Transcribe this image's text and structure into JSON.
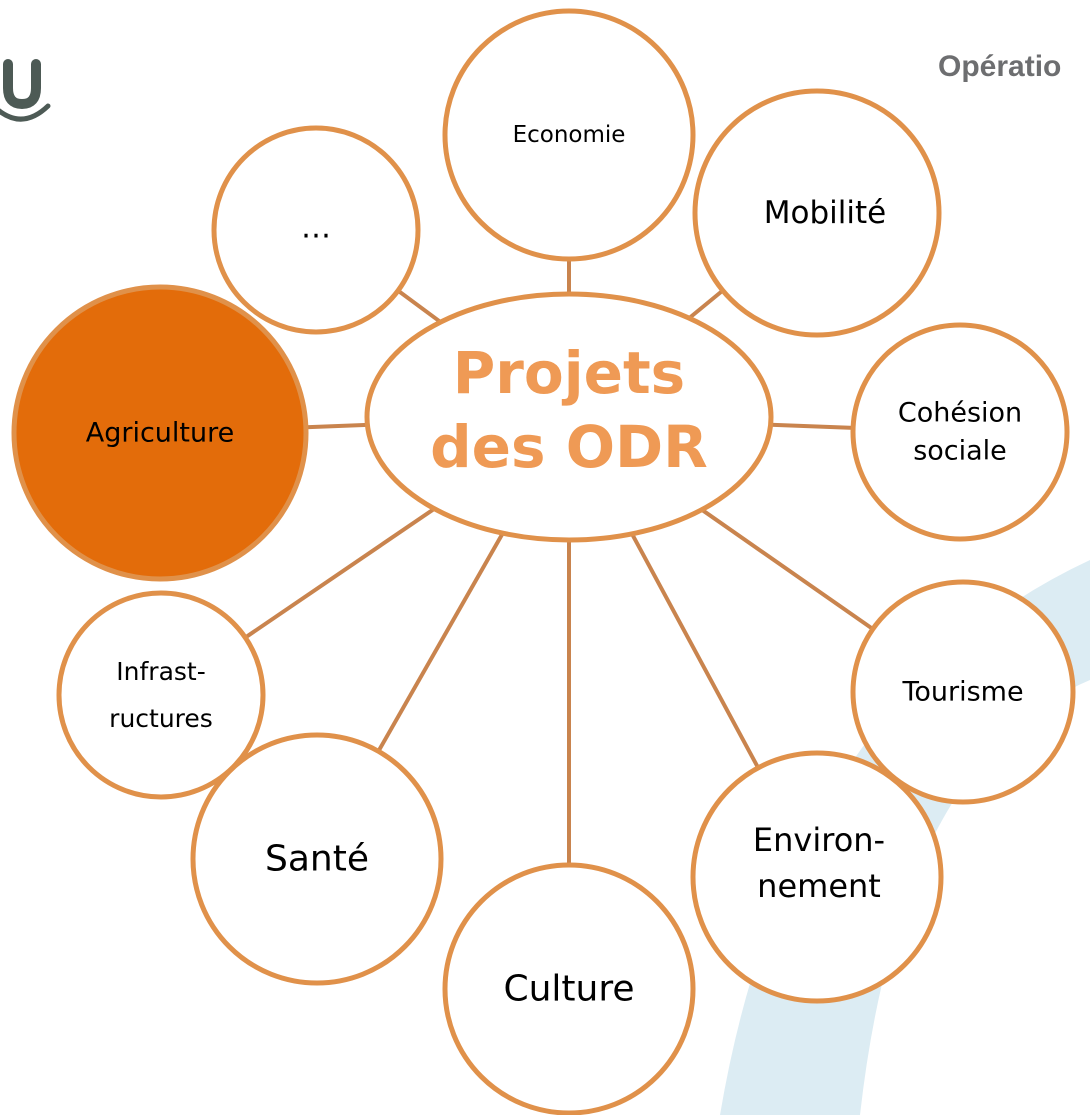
{
  "header": {
    "title": "Opératio"
  },
  "diagram": {
    "center_label_lines": [
      "Projets",
      "des ODR"
    ],
    "nodes": [
      {
        "key": "economie",
        "lines": [
          "Economie"
        ],
        "highlighted": false
      },
      {
        "key": "mobilite",
        "lines": [
          "Mobilité"
        ],
        "highlighted": false
      },
      {
        "key": "cohesion-sociale",
        "lines": [
          "Cohésion",
          "sociale"
        ],
        "highlighted": false
      },
      {
        "key": "tourisme",
        "lines": [
          "Tourisme"
        ],
        "highlighted": false
      },
      {
        "key": "environnement",
        "lines": [
          "Environ-",
          "nement"
        ],
        "highlighted": false
      },
      {
        "key": "culture",
        "lines": [
          "Culture"
        ],
        "highlighted": false
      },
      {
        "key": "sante",
        "lines": [
          "Santé"
        ],
        "highlighted": false
      },
      {
        "key": "infrastructures",
        "lines": [
          "Infrast-",
          "ructures"
        ],
        "highlighted": false
      },
      {
        "key": "agriculture",
        "lines": [
          "Agriculture"
        ],
        "highlighted": true
      },
      {
        "key": "autres",
        "lines": [
          "…"
        ],
        "highlighted": false
      }
    ]
  },
  "colors": {
    "stroke": "#e0914a",
    "connector": "#c9844e",
    "center_text": "#ef9a55",
    "highlight_fill": "#e36c0a",
    "node_text": "#000000",
    "background_arc": "#dcecf3",
    "header_text": "#6d6e70",
    "logo": "#4d5a55"
  }
}
